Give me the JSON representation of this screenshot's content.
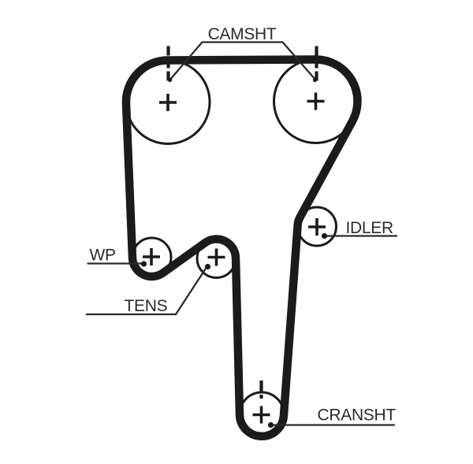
{
  "diagram": {
    "type": "timing-belt-routing-diagram",
    "labels": {
      "camshaft": "CAMSHT",
      "idler": "IDLER",
      "water_pump": "WP",
      "tensioner": "TENS",
      "crankshaft": "CRANSHT"
    },
    "icons": {
      "pulley_center": "crosshair-icon",
      "timing_mark": "dashed-line-icon",
      "leader_end": "dot-icon"
    },
    "colors": {
      "background": "#ffffff",
      "belt": "#1b1b1b",
      "outline": "#1b1b1b",
      "text": "#2b2b2b"
    }
  }
}
